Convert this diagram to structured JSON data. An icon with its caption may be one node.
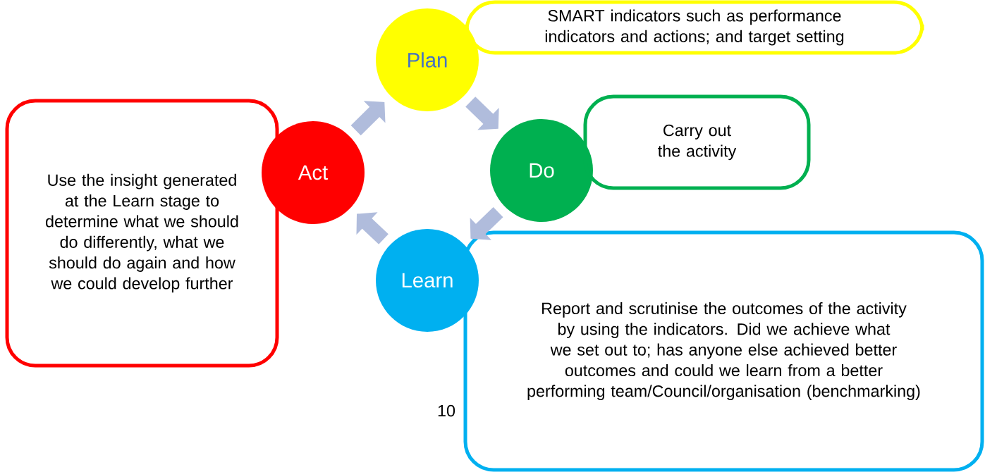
{
  "diagram": {
    "nodes": [
      {
        "text": [
          "Plan"
        ]
      },
      {
        "text": [
          "SMART indicators such as performance indicators and actions; and target setting"
        ]
      },
      {
        "text": [
          "Use the insight generated at the Learn stage to determine what we should do differently, what we should do again and how we could develop further"
        ]
      },
      {
        "text": [
          "Act"
        ]
      },
      {
        "text": [
          "Do"
        ]
      },
      {
        "text": [
          "Carry out the activity"
        ]
      },
      {
        "text": [
          "Learn"
        ]
      },
      {
        "text": [
          "Report and scrutinise the outcomes of the activity by using the indicators. Did we achieve what we set out to; has anyone else achieved better outcomes and could we learn from a better performing team/Council/organisation (benchmarking)"
        ]
      }
    ],
    "edges": [
      {
        "from": 0,
        "to": 4,
        "arrow": "to"
      },
      {
        "from": 4,
        "to": 6,
        "arrow": "to"
      },
      {
        "from": 6,
        "to": 3,
        "arrow": "to"
      },
      {
        "from": 3,
        "to": 0,
        "arrow": "to"
      }
    ],
    "labels": [
      "10"
    ]
  }
}
